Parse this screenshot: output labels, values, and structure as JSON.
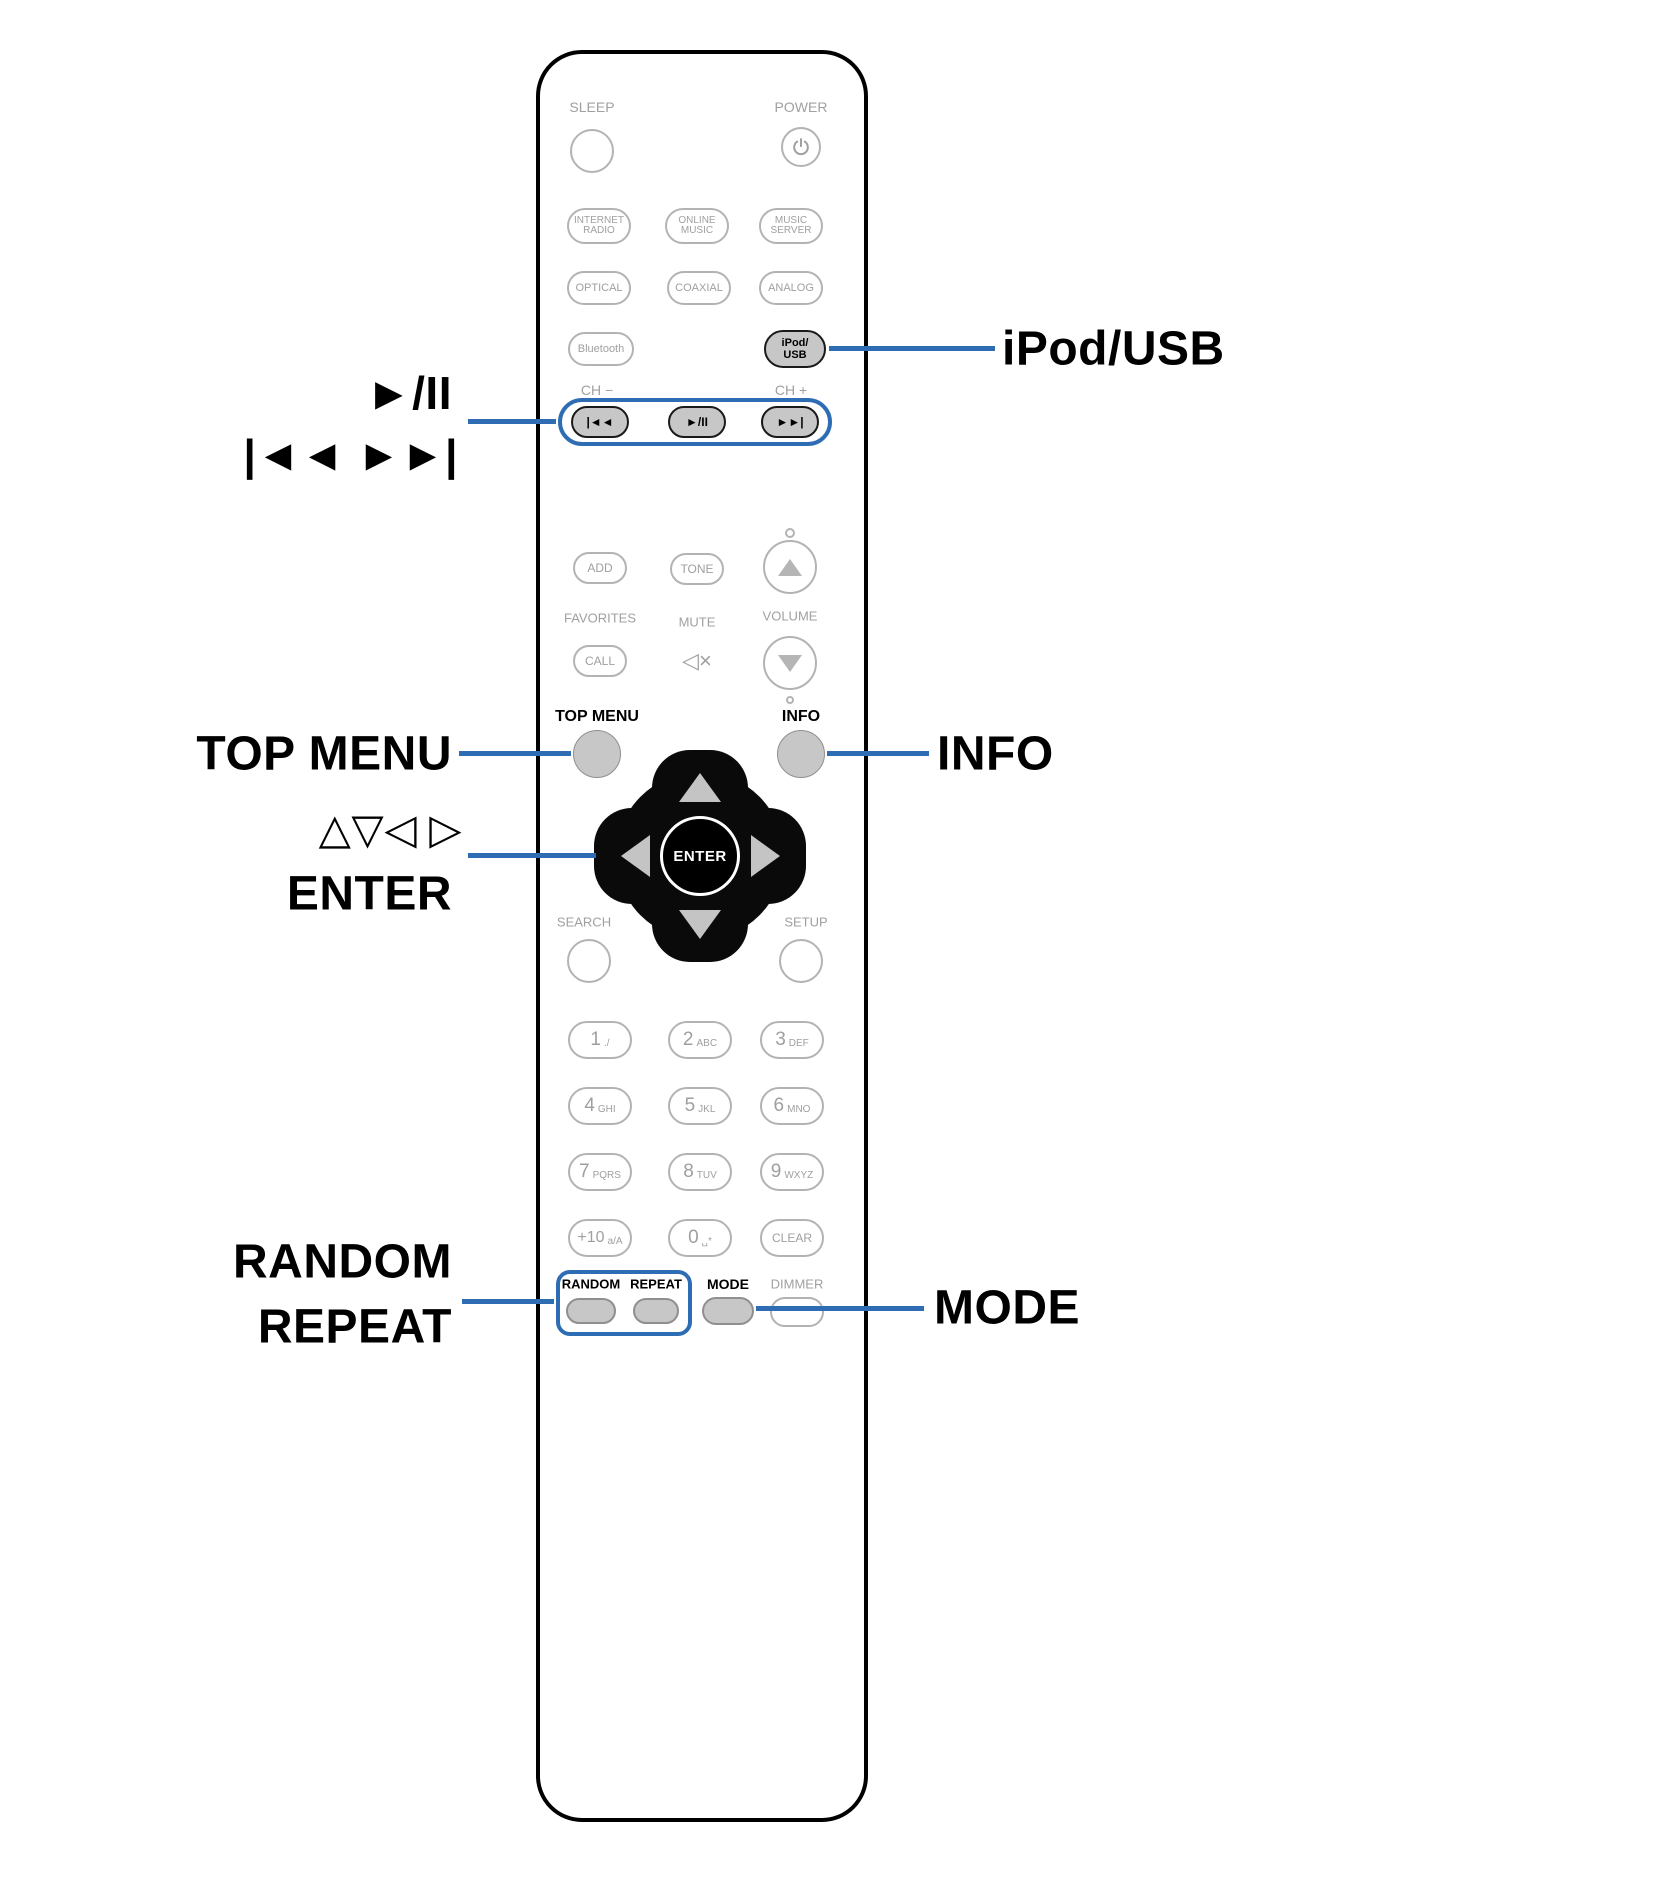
{
  "accent_blue": "#2e6db4",
  "callouts": {
    "ipod_usb": "iPod/USB",
    "play_pause": "►/II",
    "skip": "|◄◄  ►►|",
    "top_menu": "TOP MENU",
    "cursor": "△▽◁ ▷",
    "enter": "ENTER",
    "info": "INFO",
    "random": "RANDOM",
    "repeat": "REPEAT",
    "mode": "MODE"
  },
  "remote": {
    "sleep": "SLEEP",
    "power": "POWER",
    "sources": [
      {
        "line1": "INTERNET",
        "line2": "RADIO"
      },
      {
        "line1": "ONLINE",
        "line2": "MUSIC"
      },
      {
        "line1": "MUSIC",
        "line2": "SERVER"
      }
    ],
    "inputs": [
      "OPTICAL",
      "COAXIAL",
      "ANALOG"
    ],
    "bluetooth": "Bluetooth",
    "ipod_line1": "iPod/",
    "ipod_line2": "USB",
    "ch_minus": "CH −",
    "ch_plus": "CH +",
    "prev": "|◄◄",
    "play_pause": "►/II",
    "next": "►►|",
    "add": "ADD",
    "tone": "TONE",
    "favorites": "FAVORITES",
    "mute": "MUTE",
    "mute_icon": "◁×",
    "volume": "VOLUME",
    "call": "CALL",
    "top_menu": "TOP MENU",
    "info": "INFO",
    "enter": "ENTER",
    "search": "SEARCH",
    "setup": "SETUP",
    "keys": [
      {
        "digit": "1",
        "sub": "./"
      },
      {
        "digit": "2",
        "sub": "ABC"
      },
      {
        "digit": "3",
        "sub": "DEF"
      },
      {
        "digit": "4",
        "sub": "GHI"
      },
      {
        "digit": "5",
        "sub": "JKL"
      },
      {
        "digit": "6",
        "sub": "MNO"
      },
      {
        "digit": "7",
        "sub": "PQRS"
      },
      {
        "digit": "8",
        "sub": "TUV"
      },
      {
        "digit": "9",
        "sub": "WXYZ"
      },
      {
        "digit": "+10",
        "sub": "a/A"
      },
      {
        "digit": "0",
        "sub": "␣*"
      }
    ],
    "clear": "CLEAR",
    "random": "RANDOM",
    "repeat": "REPEAT",
    "mode": "MODE",
    "dimmer": "DIMMER"
  }
}
